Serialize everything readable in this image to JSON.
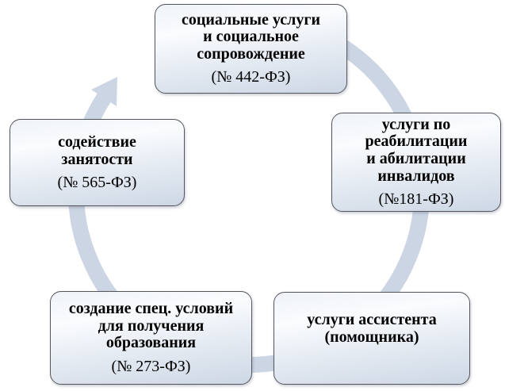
{
  "diagram": {
    "type": "cycle",
    "direction": "clockwise",
    "ring_color": "#ccd5e4",
    "node_border_color": "#55565c",
    "text_color": "#000000",
    "nodes": [
      {
        "id": "social-services",
        "title_lines": [
          "социальные услуги",
          "и социальное",
          "сопровождение"
        ],
        "law": "(№ 442-ФЗ)"
      },
      {
        "id": "rehabilitation",
        "title_lines": [
          "услуги по",
          "реабилитации",
          "и абилитации",
          "инвалидов"
        ],
        "law": "(№181-ФЗ)"
      },
      {
        "id": "assistant-services",
        "title_lines": [
          "услуги ассистента",
          "(помощника)"
        ],
        "law": ""
      },
      {
        "id": "special-education-conditions",
        "title_lines": [
          "создание спец. условий",
          "для получения",
          "образования"
        ],
        "law": "(№ 273-ФЗ)"
      },
      {
        "id": "employment-assistance",
        "title_lines": [
          "содействие",
          "занятости"
        ],
        "law": "(№ 565-ФЗ)"
      }
    ]
  }
}
